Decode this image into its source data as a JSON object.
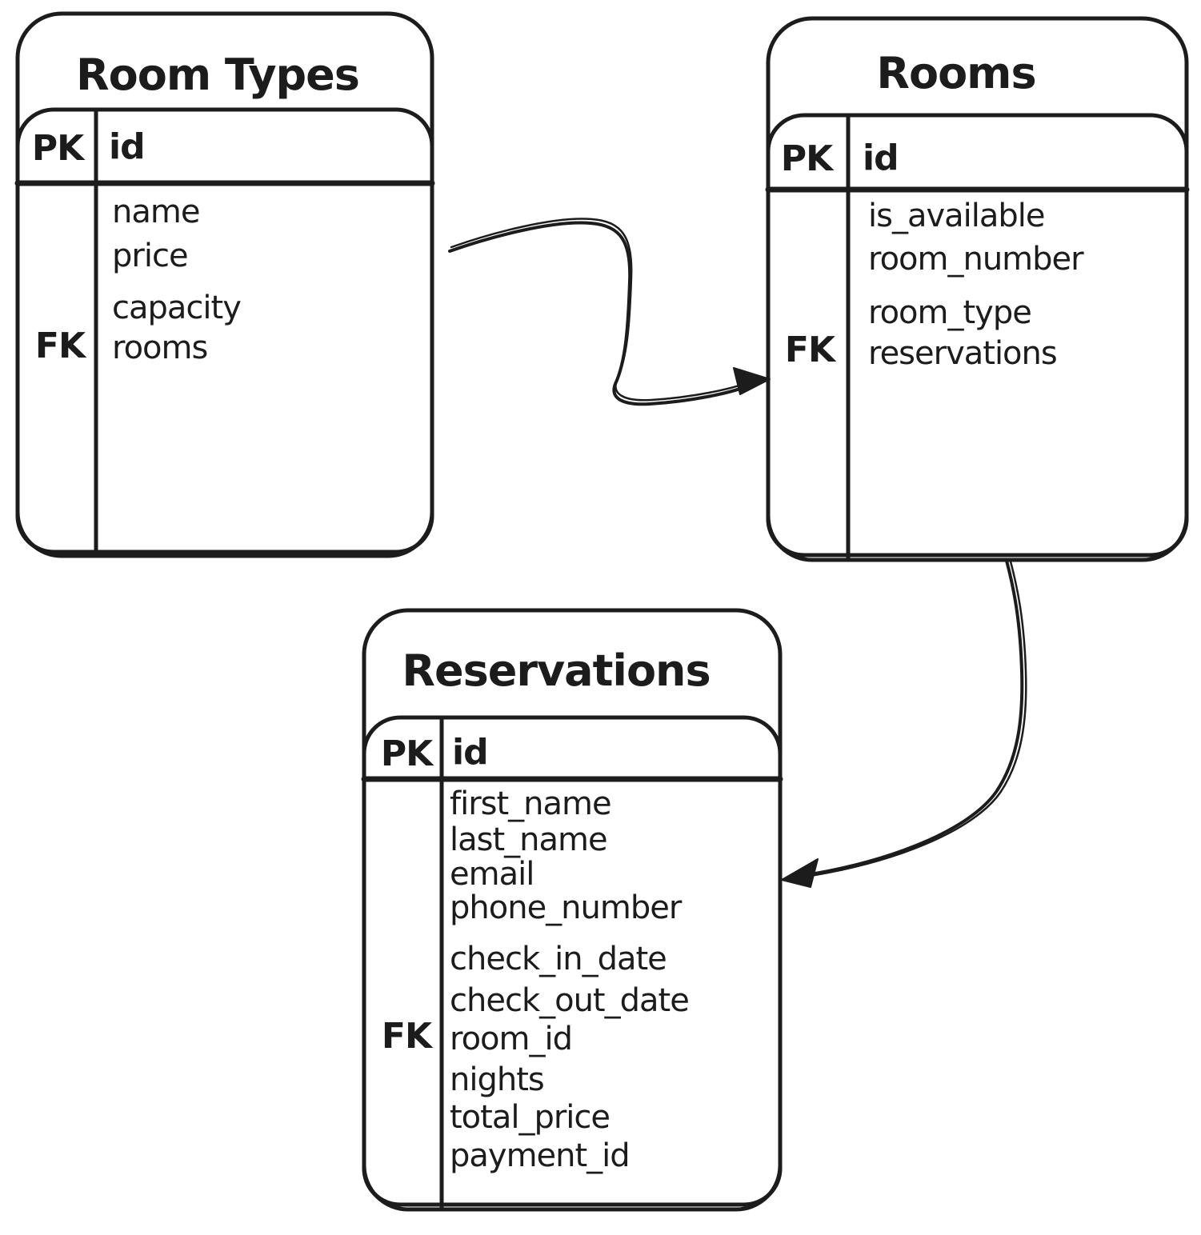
{
  "diagram": {
    "type": "entity-relationship",
    "background_color": "#ffffff",
    "stroke_color": "#1c1c1c",
    "entities": [
      {
        "title": "Room Types",
        "pk": {
          "key": "PK",
          "field": "id"
        },
        "fields": [
          {
            "key": "",
            "name": "name"
          },
          {
            "key": "",
            "name": "price"
          },
          {
            "key": "",
            "name": "capacity"
          },
          {
            "key": "FK",
            "name": "rooms"
          }
        ]
      },
      {
        "title": "Rooms",
        "pk": {
          "key": "PK",
          "field": "id"
        },
        "fields": [
          {
            "key": "",
            "name": "is_available"
          },
          {
            "key": "",
            "name": "room_number"
          },
          {
            "key": "",
            "name": "room_type"
          },
          {
            "key": "FK",
            "name": "reservations"
          }
        ]
      },
      {
        "title": "Reservations",
        "pk": {
          "key": "PK",
          "field": "id"
        },
        "fields": [
          {
            "key": "",
            "name": "first_name"
          },
          {
            "key": "",
            "name": "last_name"
          },
          {
            "key": "",
            "name": "email"
          },
          {
            "key": "",
            "name": "phone_number"
          },
          {
            "key": "",
            "name": "check_in_date"
          },
          {
            "key": "",
            "name": "check_out_date"
          },
          {
            "key": "FK",
            "name": "room_id"
          },
          {
            "key": "",
            "name": "nights"
          },
          {
            "key": "",
            "name": "total_price"
          },
          {
            "key": "",
            "name": "payment_id"
          }
        ]
      }
    ],
    "relationships": [
      {
        "from": "Room Types",
        "to": "Rooms"
      },
      {
        "from": "Rooms",
        "to": "Reservations"
      }
    ]
  }
}
